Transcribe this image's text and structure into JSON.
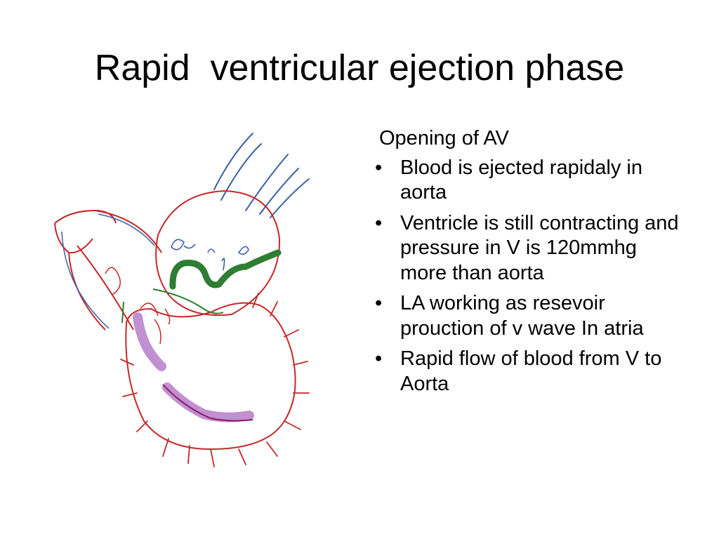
{
  "slide": {
    "title": "Rapid  ventricular ejection phase",
    "intro": "Opening of AV",
    "bullets": [
      "Blood is ejected rapidaly in aorta",
      "Ventricle is still contracting and pressure in V is 120mmhg more than aorta",
      "LA  working as resevoir prouction of v wave In atria",
      "Rapid flow of blood from V to Aorta"
    ]
  },
  "drawing": {
    "colors": {
      "outline": "#c62828",
      "blue_lines": "#3a5fa8",
      "green_flow": "#2e7d32",
      "purple_highlight": "#b57cc8",
      "magenta_line": "#8a1a6a"
    }
  }
}
